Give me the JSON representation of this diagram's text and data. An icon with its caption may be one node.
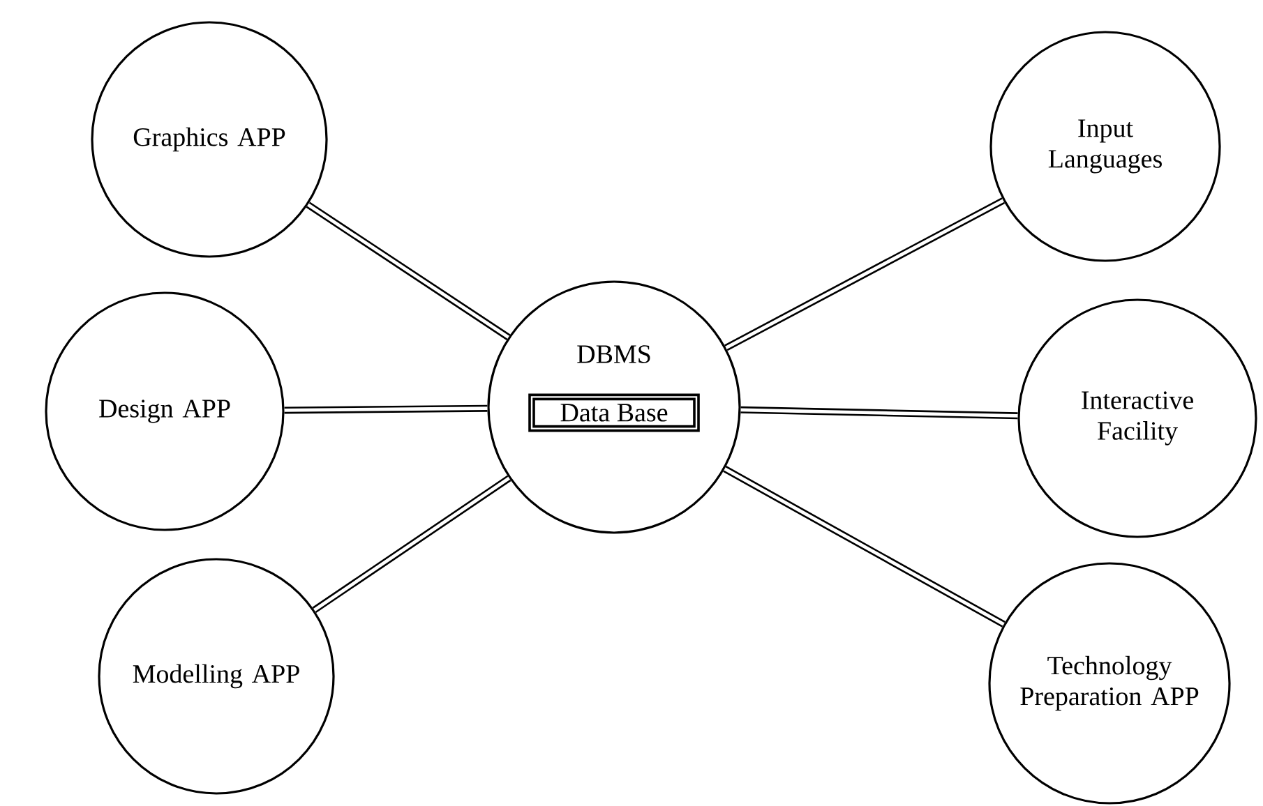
{
  "diagram": {
    "nodes": [
      {
        "text": [
          "DBMS"
        ]
      },
      {
        "text": [
          "Data Base"
        ],
        "in": 0
      },
      {
        "text": [
          "Graphics APP"
        ]
      },
      {
        "text": [
          "Design APP"
        ]
      },
      {
        "text": [
          "Modelling APP"
        ]
      },
      {
        "text": [
          "Input Languages"
        ]
      },
      {
        "text": [
          "Interactive Facility"
        ]
      },
      {
        "text": [
          "Technology Preparation APP"
        ]
      }
    ],
    "edges": [
      {
        "from": 2,
        "to": 0,
        "arrow": "none"
      },
      {
        "from": 3,
        "to": 0,
        "arrow": "none"
      },
      {
        "from": 4,
        "to": 0,
        "arrow": "none"
      },
      {
        "from": 5,
        "to": 0,
        "arrow": "none"
      },
      {
        "from": 6,
        "to": 0,
        "arrow": "none"
      },
      {
        "from": 7,
        "to": 0,
        "arrow": "none"
      }
    ]
  }
}
